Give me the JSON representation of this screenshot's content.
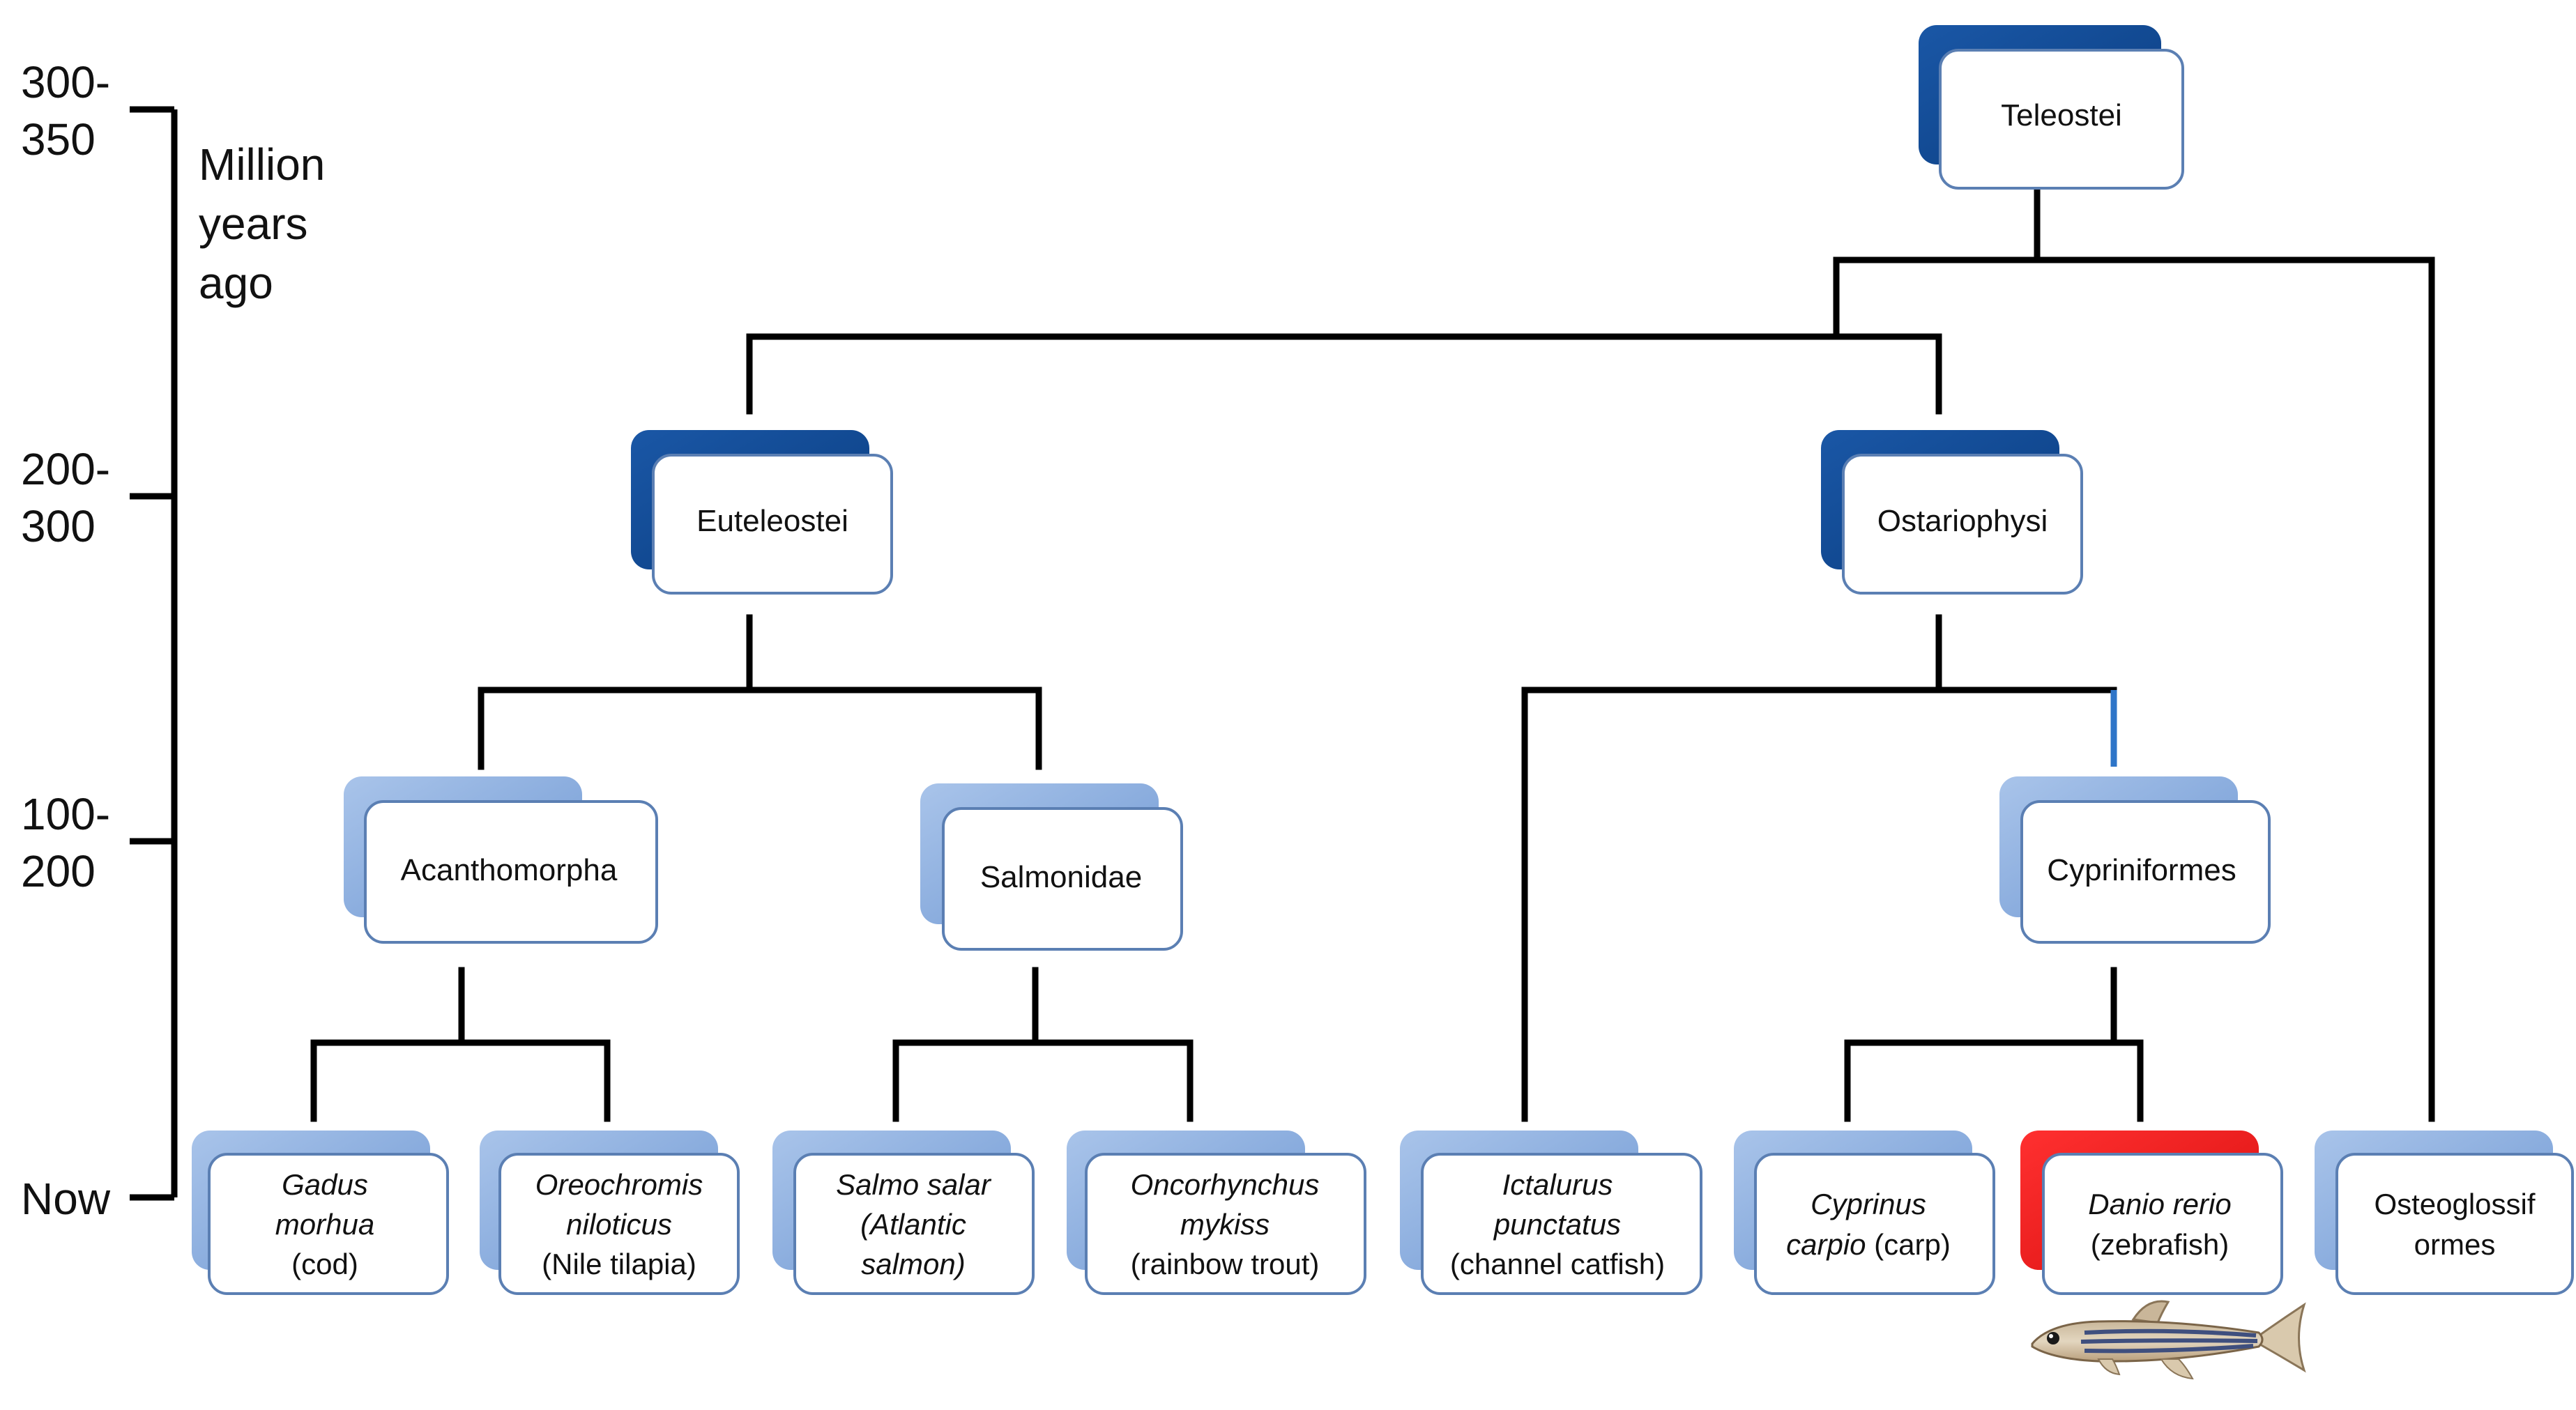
{
  "timescale": {
    "ticks": [
      {
        "label_line1": "300-",
        "label_line2": "350"
      },
      {
        "label_line1": "200-",
        "label_line2": "300"
      },
      {
        "label_line1": "100-",
        "label_line2": "200"
      },
      {
        "label_line1": "Now",
        "label_line2": ""
      }
    ],
    "unit_lines": [
      "Million",
      "years",
      "ago"
    ]
  },
  "colors": {
    "clade_back": "#0f4a95",
    "group_back": "#7fa6dc",
    "highlight_back": "#ee1c1c",
    "box_front": "#ffffff",
    "box_border": "#5b7fb3",
    "line": "#000000",
    "blue_line": "#2e75c8"
  },
  "clades": {
    "teleostei": "Teleostei",
    "euteleostei": "Euteleostei",
    "ostariophysi": "Ostariophysi"
  },
  "groups": {
    "acanthomorpha": "Acanthomorpha",
    "salmonidae": "Salmonidae",
    "cypriniformes": "Cypriniformes"
  },
  "species": {
    "gadus": {
      "line1": "Gadus",
      "line2": "morhua",
      "line3": "(cod)"
    },
    "oreochromis": {
      "line1": "Oreochromis",
      "line2": "niloticus",
      "line3": "(Nile tilapia)"
    },
    "salmo": {
      "line1": "Salmo salar",
      "line2": "(Atlantic",
      "line3": "salmon)"
    },
    "oncorhynchus": {
      "line1": "Oncorhynchus",
      "line2": "mykiss",
      "line3": "(rainbow trout)"
    },
    "ictalurus": {
      "line1": "Ictalurus",
      "line2": "punctatus",
      "line3": "(channel catfish)"
    },
    "cyprinus": {
      "line1": "Cyprinus",
      "line2_italic": "carpio",
      "line2_rest": " (carp)"
    },
    "danio": {
      "line1": "Danio rerio",
      "line2": "(zebrafish)"
    },
    "osteoglossiformes": {
      "line1": "Osteoglossif",
      "line2": "ormes"
    }
  },
  "fish_icon": "zebrafish-illustration"
}
